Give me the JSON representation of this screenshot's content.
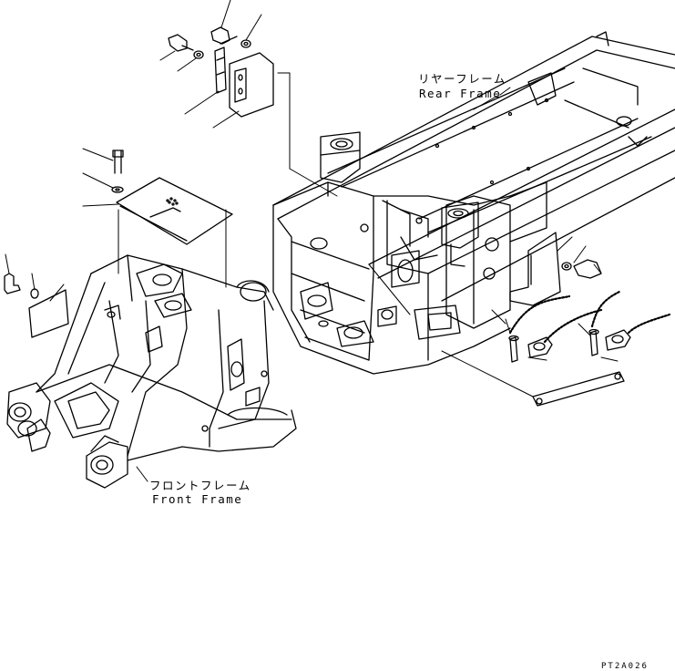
{
  "labels": {
    "rear_frame_jp": "リヤーフレーム",
    "rear_frame_en": "Rear Frame",
    "front_frame_jp": "フロントフレーム",
    "front_frame_en": "Front Frame",
    "drawing_code": "PT2A026"
  },
  "colors": {
    "line": "#000000",
    "background": "#ffffff"
  }
}
